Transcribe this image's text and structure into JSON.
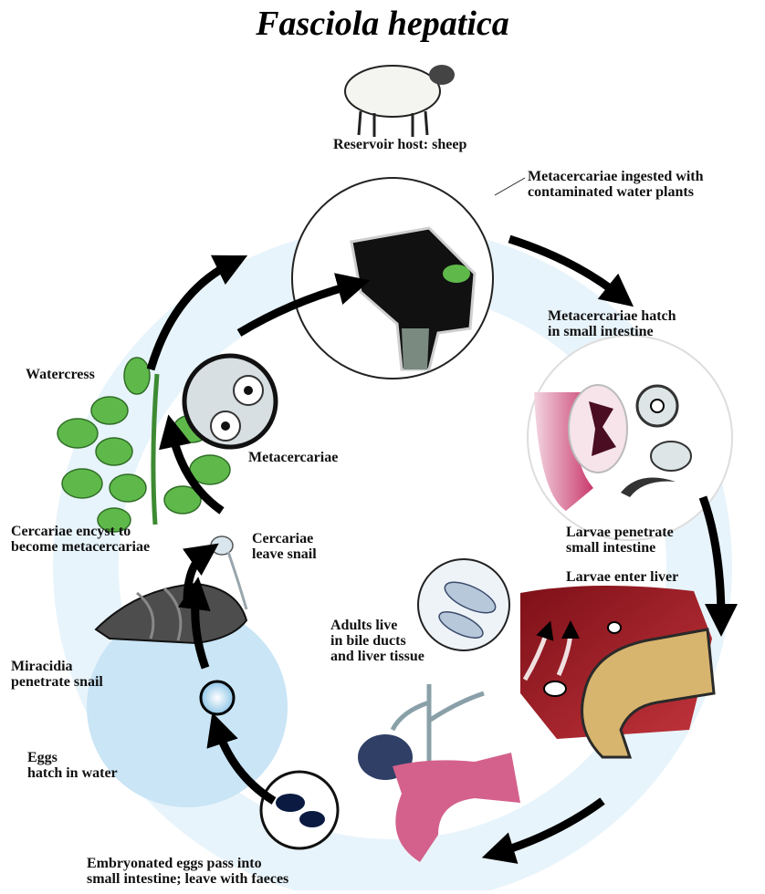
{
  "title": "Fasciola hepatica",
  "labels": {
    "reservoir": "Reservoir host: sheep",
    "ingested": "Metacercariae ingested with\ncontaminated water plants",
    "hatch": "Metacercariae hatch\nin small intestine",
    "penetrate_intestine": "Larvae penetrate\nsmall intestine",
    "enter_liver": "Larvae enter liver",
    "adults": "Adults live\nin bile ducts\nand liver tissue",
    "embryonated": "Embryonated eggs pass into\nsmall intestine; leave with faeces",
    "eggs_hatch": "Eggs\nhatch in water",
    "miracidia": "Miracidia\npenetrate snail",
    "encyst": "Cercariae encyst to\nbecome metacercariae",
    "cercariae_leave": "Cercariae\nleave snail",
    "watercress": "Watercress",
    "metacercariae": "Metacercariae"
  },
  "colors": {
    "cycle_ring": "#e3f1fa",
    "water_disc": "#c9e5f6",
    "leaf_green": "#5fb94a",
    "liver_red": "#9e1d26",
    "intestine_pink": "#d55a86",
    "bile_tan": "#d8b56e",
    "arrow": "#000000"
  }
}
